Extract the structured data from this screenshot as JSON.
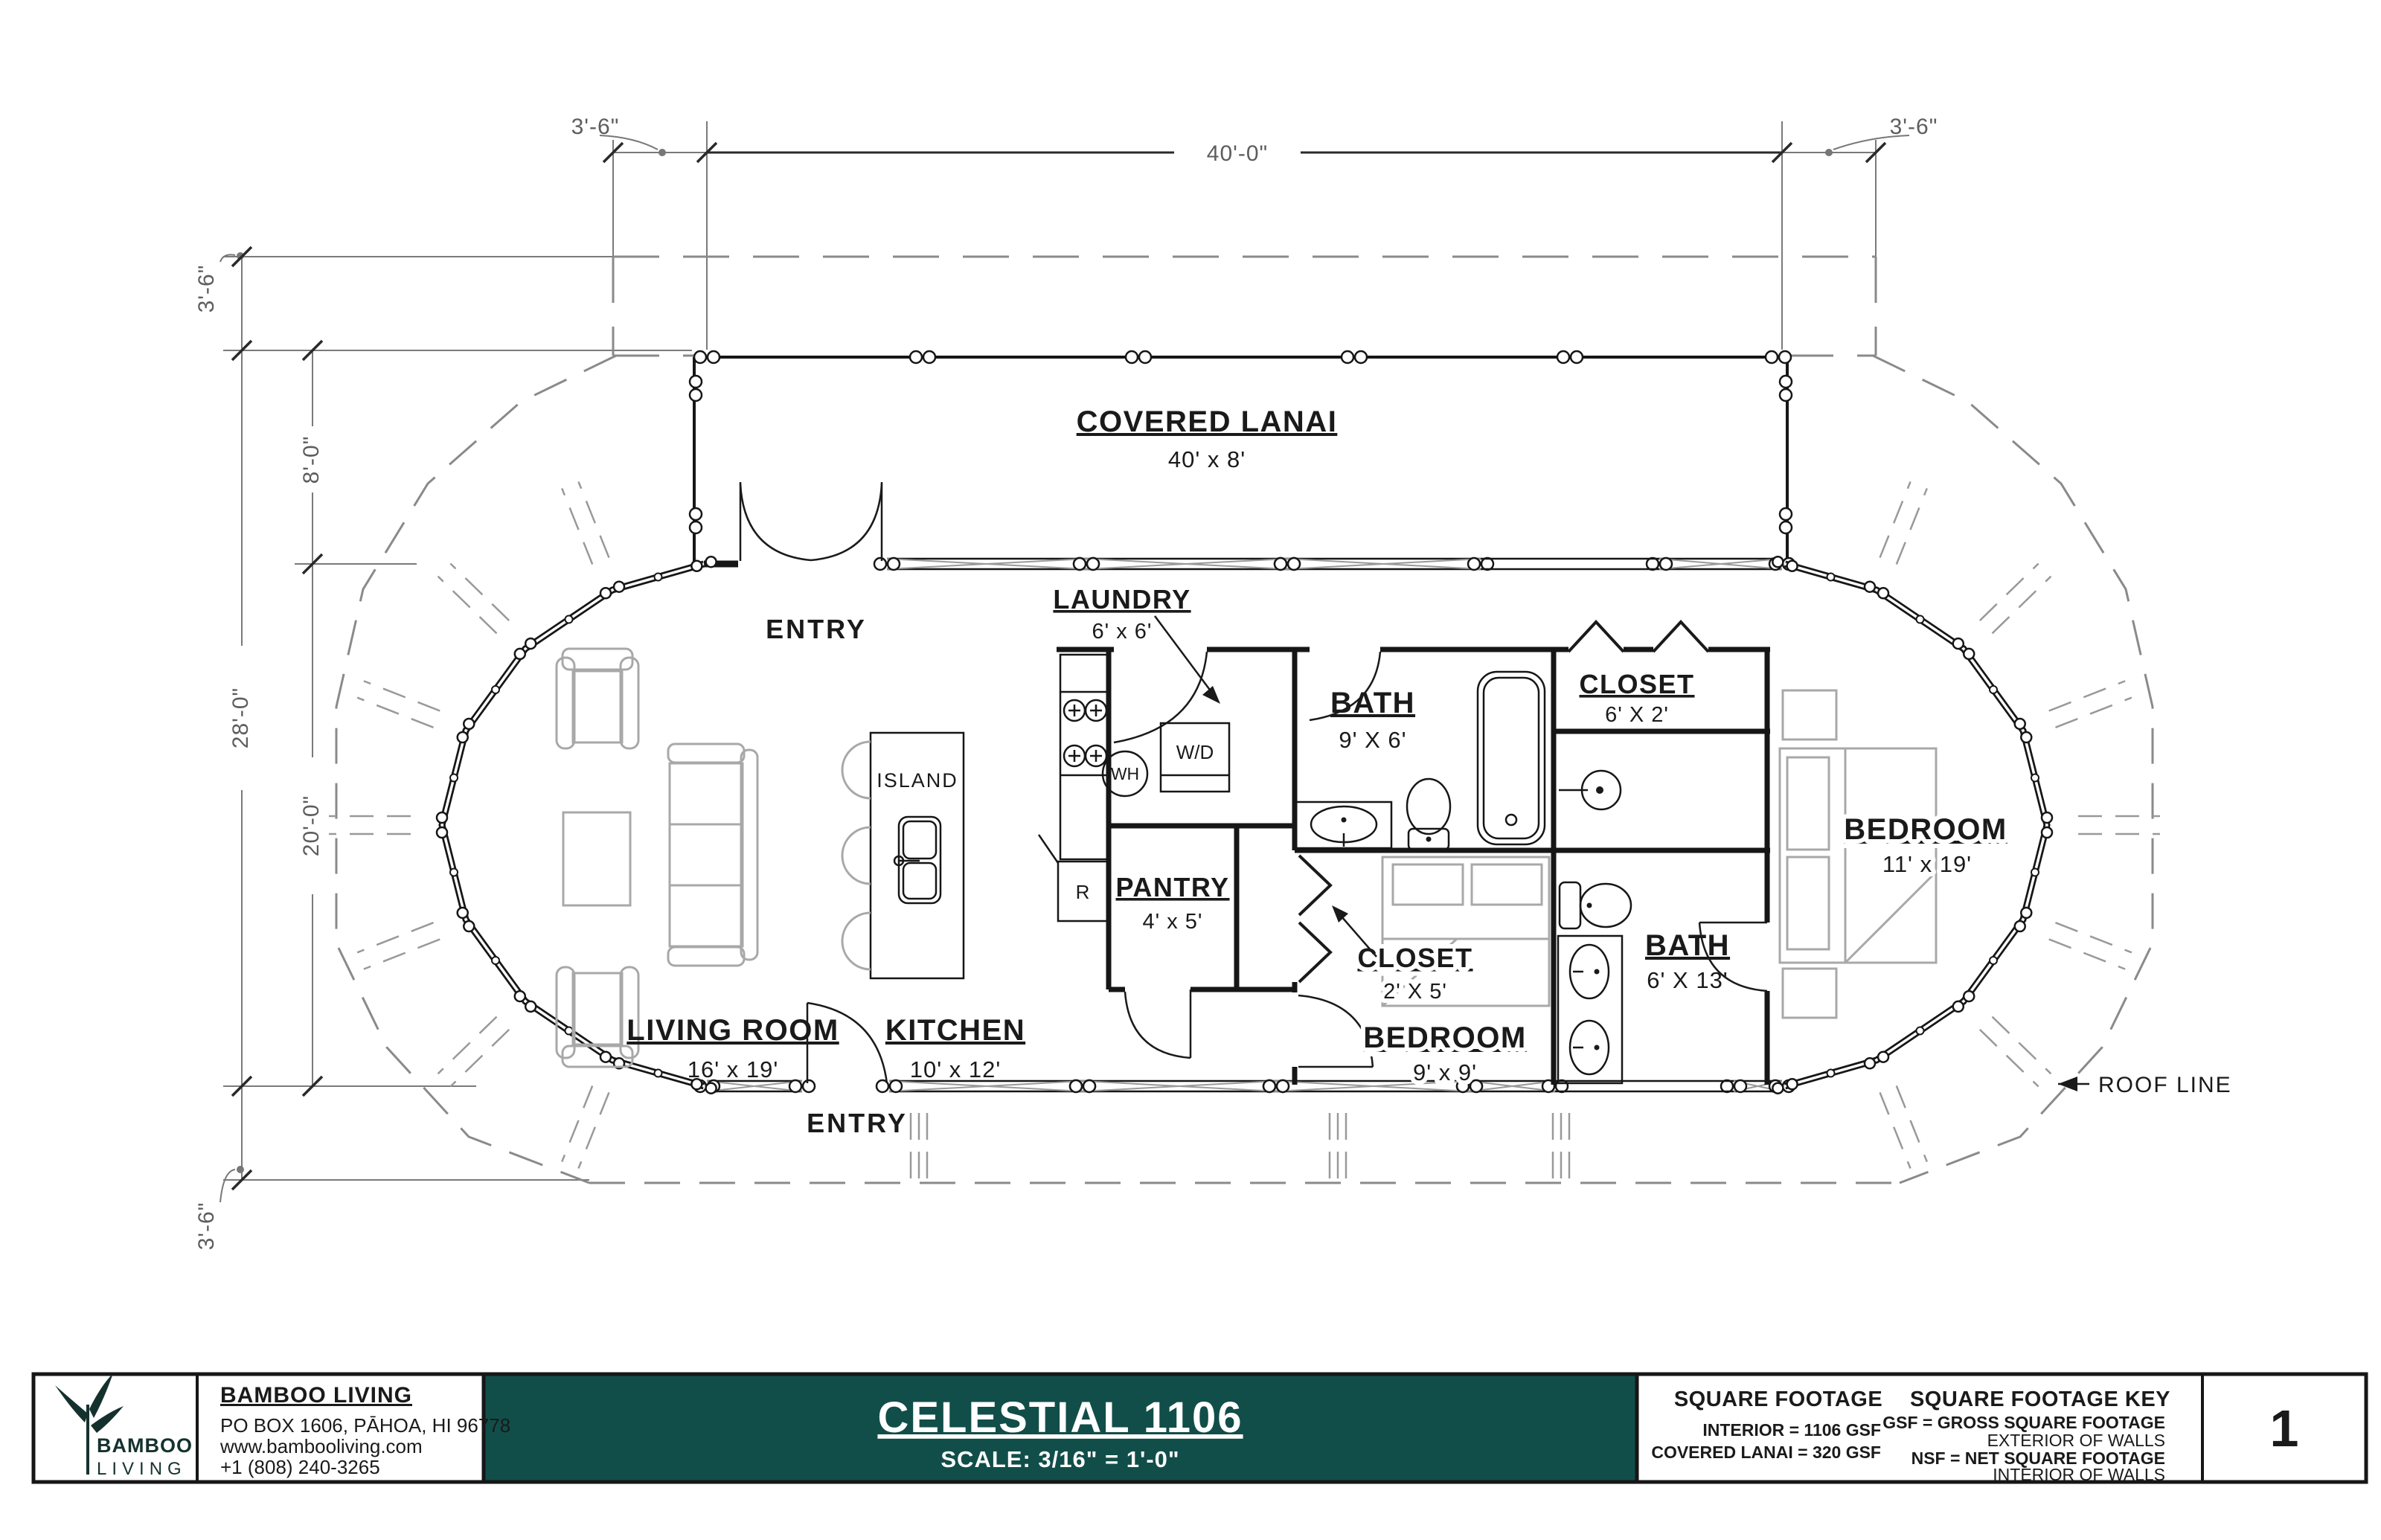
{
  "colors": {
    "teal": "#114e49",
    "ink": "#1a1a1a",
    "furniture_gray": "#a8a8a8",
    "dim_gray": "#7a7a7a"
  },
  "dimensions": {
    "top_left_overhang": "3'-6\"",
    "top_width": "40'-0\"",
    "top_right_overhang": "3'-6\"",
    "left_top_overhang": "3'-6\"",
    "left_lanai_depth": "8'-0\"",
    "left_overall": "28'-0\"",
    "left_interior": "20'-0\"",
    "left_bottom_overhang": "3'-6\""
  },
  "rooms": {
    "covered_lanai": {
      "name": "COVERED LANAI",
      "size": "40' x 8'"
    },
    "living_room": {
      "name": "LIVING ROOM",
      "size": "16' x 19'"
    },
    "kitchen": {
      "name": "KITCHEN",
      "size": "10' x 12'"
    },
    "island": {
      "name": "ISLAND"
    },
    "laundry": {
      "name": "LAUNDRY",
      "size": "6' x 6'"
    },
    "pantry": {
      "name": "PANTRY",
      "size": "4' x 5'"
    },
    "hall_closet": {
      "name": "CLOSET",
      "size": "2' X 5'"
    },
    "bath": {
      "name": "BATH",
      "size": "9' X 6'"
    },
    "master_closet": {
      "name": "CLOSET",
      "size": "6' X 2'"
    },
    "bedroom": {
      "name": "BEDROOM",
      "size": "9' x 9'"
    },
    "master_bath": {
      "name": "BATH",
      "size": "6' X 13'"
    },
    "master_bedroom": {
      "name": "BEDROOM",
      "size": "11' x 19'"
    }
  },
  "labels": {
    "entry_top": "ENTRY",
    "entry_bottom": "ENTRY",
    "roof_line": "ROOF LINE",
    "washer_dryer": "W/D",
    "water_heater": "WH",
    "refrigerator": "R"
  },
  "title_block": {
    "logo": {
      "word1": "BAMBOO",
      "word2": "LIVING"
    },
    "company": {
      "name": "BAMBOO LIVING",
      "address": "PO BOX 1606, PĀHOA, HI 96778",
      "website": "www.bambooliving.com",
      "phone": "+1 (808) 240-3265"
    },
    "plan": {
      "title": "CELESTIAL 1106",
      "scale": "SCALE: 3/16\" = 1'-0\""
    },
    "square_footage": {
      "header": "SQUARE FOOTAGE",
      "interior": "INTERIOR = 1106 GSF",
      "lanai": "COVERED LANAI = 320 GSF"
    },
    "key": {
      "header": "SQUARE FOOTAGE KEY",
      "gsf": "GSF = GROSS SQUARE FOOTAGE",
      "gsf_sub": "EXTERIOR OF WALLS",
      "nsf": "NSF = NET SQUARE FOOTAGE",
      "nsf_sub": "INTERIOR OF WALLS"
    },
    "page": "1"
  }
}
